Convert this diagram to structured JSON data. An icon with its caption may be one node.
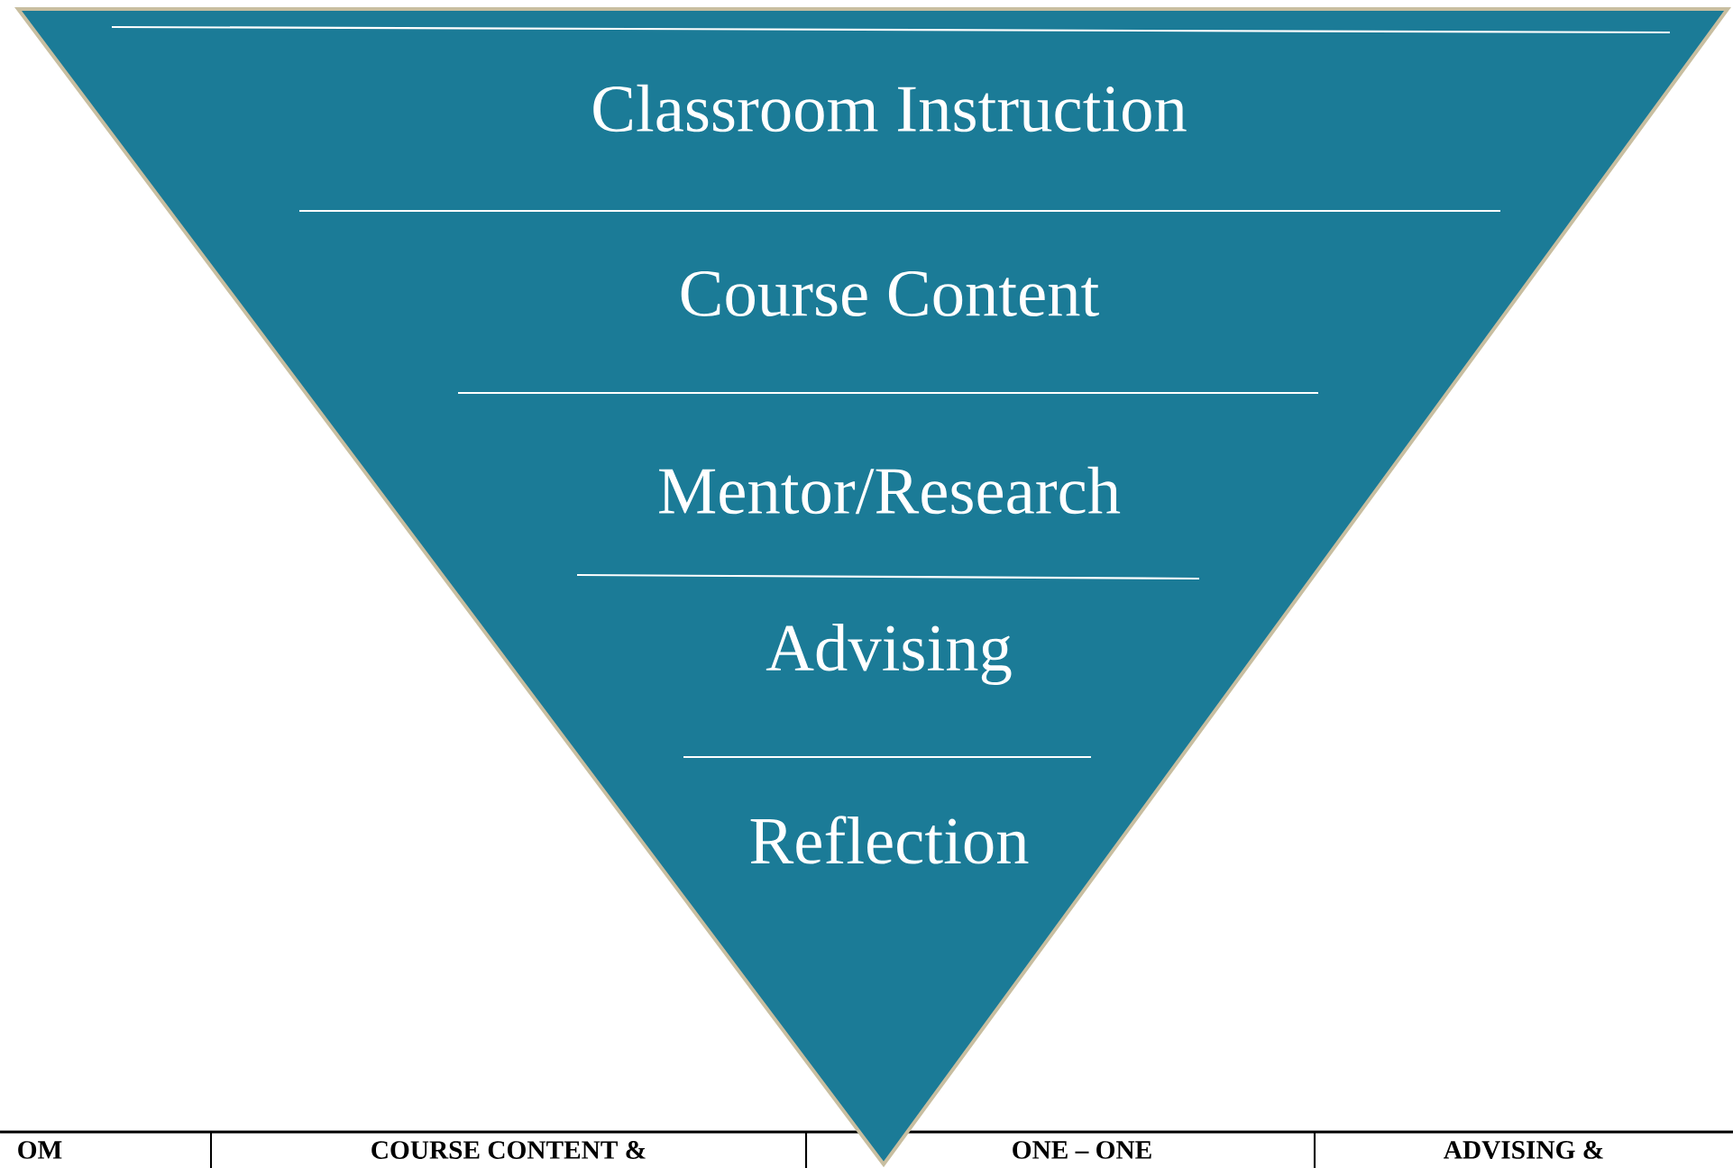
{
  "diagram": {
    "nodes": [
      {
        "text": [
          "Classroom Instruction",
          "Course Content",
          "Mentor/Research",
          "Advising",
          "Reflection"
        ]
      }
    ],
    "labels": [
      "OM",
      "COURSE CONTENT &",
      "ONE – ONE",
      "ADVISING &"
    ]
  }
}
